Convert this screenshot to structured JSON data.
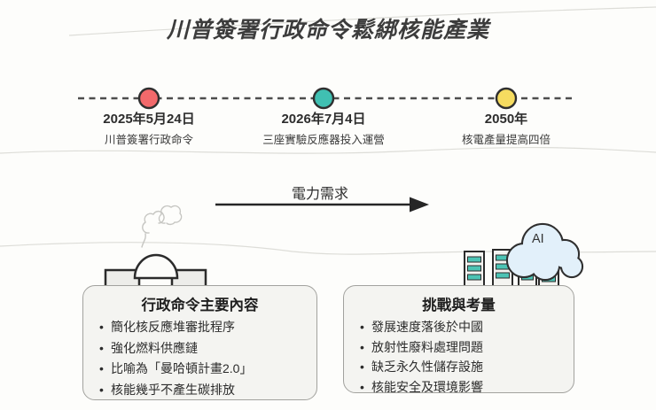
{
  "title": "川普簽署行政命令鬆綁核能產業",
  "timeline": {
    "events": [
      {
        "date": "2025年5月24日",
        "label": "川普簽署行政命令",
        "color": "#f2696b"
      },
      {
        "date": "2026年7月4日",
        "label": "三座實驗反應器投入運營",
        "color": "#40c0b2"
      },
      {
        "date": "2050年",
        "label": "核電產量提高四倍",
        "color": "#f6dc60"
      }
    ]
  },
  "demand_arrow": {
    "label": "電力需求"
  },
  "ai_cloud": {
    "label": "AI"
  },
  "cards": {
    "executive_order": {
      "title": "行政命令主要內容",
      "items": [
        "簡化核反應堆審批程序",
        "強化燃料供應鏈",
        "比喻為「曼哈頓計畫2.0」",
        "核能幾乎不產生碳排放"
      ]
    },
    "challenges": {
      "title": "挑戰與考量",
      "items": [
        "發展速度落後於中國",
        "放射性廢料處理問題",
        "缺乏永久性儲存設施",
        "核能安全及環境影響"
      ]
    }
  },
  "colors": {
    "dot_red": "#f2696b",
    "dot_teal": "#40c0b2",
    "dot_yellow": "#f6dc60",
    "tower_stripe_teal": "#4cc3b4",
    "cloud_fill": "#e2f0fa",
    "card_bg": "#f4f4f1"
  }
}
